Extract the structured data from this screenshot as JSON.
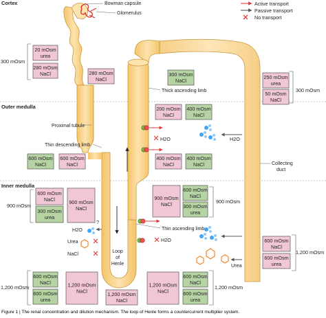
{
  "zones": {
    "cortex": "Cortex",
    "outer_medulla": "Outer medulla",
    "inner_medulla": "Inner medulla"
  },
  "legend": [
    {
      "label": "Active transport",
      "color": "#e53935",
      "icon": "red-arrow-icon"
    },
    {
      "label": "Passive transport",
      "color": "#555555",
      "icon": "grey-arrow-icon"
    },
    {
      "label": "No transport",
      "color": "#e53935",
      "icon": "red-cross-icon"
    }
  ],
  "structures": {
    "bowman_capsule": "Bowman capsule",
    "glomerulus": "Glomerulus",
    "proximal_tubule": "Proximal tubule",
    "thin_descending_limb": "Thin descending limb",
    "thick_ascending_limb": "Thick ascending limb",
    "thin_ascending_limb": "Thin ascending limb",
    "loop_line1": "Loop",
    "loop_line2": "of",
    "loop_line3": "Henle",
    "collecting_duct_line1": "Collecting",
    "collecting_duct_line2": "duct"
  },
  "osmolality_labels": {
    "left_300": "300 mOsm",
    "right_300": "300 mOsm",
    "left_900": "900 mOsm",
    "mid_900": "900 mOsm",
    "left_1200": "1,200 mOsm",
    "right_1200": "1,200 mOsm"
  },
  "boxes": {
    "cortex_urea": [
      "20 mOsm",
      "urea"
    ],
    "cortex_nacl": [
      "280 mOsm",
      "NaCl"
    ],
    "pt_nacl": [
      "280 mOsm",
      "NaCl"
    ],
    "interstitium_300": [
      "300 mOsm",
      "NaCl"
    ],
    "cd_urea_250": [
      "250 mOsm",
      "urea"
    ],
    "cd_nacl_50": [
      "50 mOsm",
      "NaCl"
    ],
    "tal_200": [
      "200 mOsm",
      "NaCl"
    ],
    "int_400_a": [
      "400 mOsm",
      "NaCl"
    ],
    "om_600": [
      "600 mOsm",
      "NaCl"
    ],
    "tdl_600": [
      "600 mOsm",
      "NaCl"
    ],
    "tal_400": [
      "400 mOsm",
      "NaCl"
    ],
    "int_400_b": [
      "400 mOsm",
      "NaCl"
    ],
    "im_600_nacl": [
      "600 mOsm",
      "NaCl"
    ],
    "im_300_urea": [
      "300 mOsm",
      "urea"
    ],
    "tdl_900": [
      "900 mOsm",
      "NaCl"
    ],
    "asc_900": [
      "900 mOsm",
      "NaCl"
    ],
    "int_600_nacl": [
      "600 mOsm",
      "NaCl"
    ],
    "int_300_urea": [
      "300 mOsm",
      "urea"
    ],
    "cd_600_nacl": [
      "600 mOsm",
      "NaCl"
    ],
    "cd_600_urea": [
      "600 mOsm",
      "urea"
    ],
    "bot_600_nacl": [
      "600 mOsm",
      "NaCl"
    ],
    "bot_600_urea": [
      "600 mOsm",
      "urea"
    ],
    "bot_1200_left": [
      "1,200 mOsm",
      "NaCl"
    ],
    "bot_1200_loop": [
      "1,200 mOsm",
      "NaCl"
    ],
    "bot_1200_right": [
      "1,200 mOsm",
      "NaCl"
    ],
    "bot_600_nacl_r": [
      "600 mOsm",
      "NaCl"
    ],
    "bot_600_urea_r": [
      "600 mOsm",
      "urea"
    ]
  },
  "transport_labels": {
    "h2o_cd": "H2O",
    "h2o_tdl_upper": "H2O",
    "h2o_tdl_lower": "H2O",
    "h2o_loop": "H2O",
    "urea_left": "Urea",
    "nacl_left": "NaCl",
    "urea_right": "Urea",
    "question": "?"
  },
  "caption": "Figure 1 | The renal concentration and dilution mechanism. The loop of Henle forms a countercurrent multiplier system."
}
